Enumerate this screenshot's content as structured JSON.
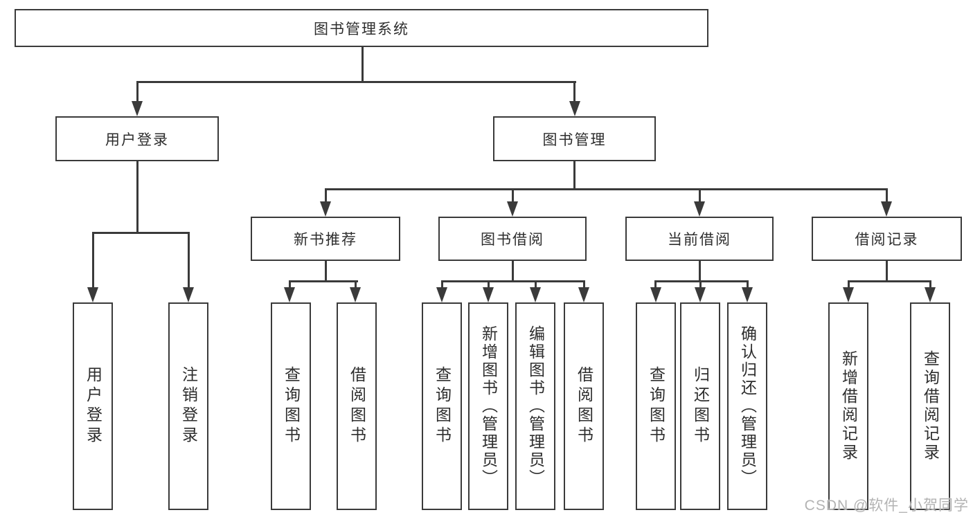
{
  "diagram": {
    "type": "hierarchy-tree",
    "title": "图书管理系统",
    "watermark": "CSDN @软件_小贺同学",
    "colors": {
      "line": "#3a3a3a",
      "box_border": "#3a3a3a",
      "box_background": "#ffffff",
      "text": "#2d2d2d",
      "watermark": "#b3b3b3",
      "page_background": "#ffffff"
    },
    "nodes": {
      "root": {
        "label": "图书管理系统",
        "level": 1
      },
      "user_login": {
        "label": "用户登录",
        "level": 2,
        "parent": "root"
      },
      "book_mgmt": {
        "label": "图书管理",
        "level": 2,
        "parent": "root"
      },
      "new_books": {
        "label": "新书推荐",
        "level": 3,
        "parent": "book_mgmt"
      },
      "book_borrow": {
        "label": "图书借阅",
        "level": 3,
        "parent": "book_mgmt"
      },
      "current_borrow": {
        "label": "当前借阅",
        "level": 3,
        "parent": "book_mgmt"
      },
      "borrow_records": {
        "label": "借阅记录",
        "level": 3,
        "parent": "book_mgmt"
      },
      "leaf_user_login": {
        "label": "用户登录",
        "level": 4,
        "parent": "user_login"
      },
      "leaf_logout": {
        "label": "注销登录",
        "level": 4,
        "parent": "user_login"
      },
      "nb_query_books": {
        "label": "查询图书",
        "level": 4,
        "parent": "new_books"
      },
      "nb_borrow_books": {
        "label": "借阅图书",
        "level": 4,
        "parent": "new_books"
      },
      "bb_query_books": {
        "label": "查询图书",
        "level": 4,
        "parent": "book_borrow"
      },
      "bb_add_books": {
        "label": "新增图书（管理员）",
        "level": 4,
        "parent": "book_borrow"
      },
      "bb_edit_books": {
        "label": "编辑图书（管理员）",
        "level": 4,
        "parent": "book_borrow"
      },
      "bb_borrow_books": {
        "label": "借阅图书",
        "level": 4,
        "parent": "book_borrow"
      },
      "cb_query_books": {
        "label": "查询图书",
        "level": 4,
        "parent": "current_borrow"
      },
      "cb_return_books": {
        "label": "归还图书",
        "level": 4,
        "parent": "current_borrow"
      },
      "cb_confirm_return": {
        "label": "确认归还（管理员）",
        "level": 4,
        "parent": "current_borrow"
      },
      "br_add_record": {
        "label": "新增借阅记录",
        "level": 4,
        "parent": "borrow_records"
      },
      "br_query_record": {
        "label": "查询借阅记录",
        "level": 4,
        "parent": "borrow_records"
      }
    }
  }
}
